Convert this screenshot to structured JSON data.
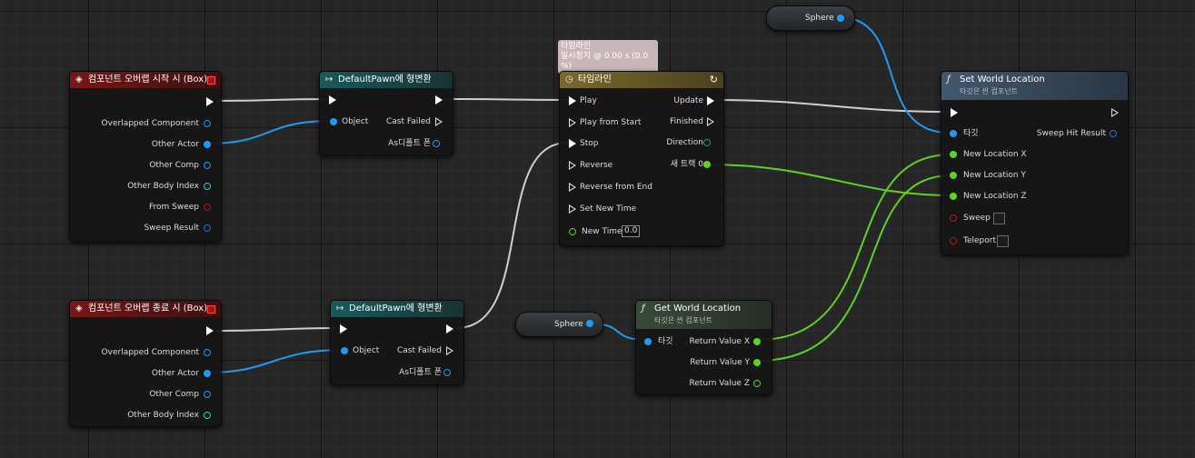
{
  "colors": {
    "exec": "#ffffff",
    "object_pin": "#1f9cf2",
    "vector_pin": "#5fd31a",
    "bool_pin": "#a01a1a",
    "struct_pin": "#2e6ec8",
    "teal_pin": "#2ad0c0",
    "wire_exec": "#d0d0d0",
    "wire_object": "#1f9cf2",
    "wire_vector": "#5fd31a"
  },
  "nodes": {
    "begin_overlap": {
      "title": "컴포넌트 오버랩 시작 시 (Box)",
      "pins": [
        "Overlapped Component",
        "Other Actor",
        "Other Comp",
        "Other Body Index",
        "From Sweep",
        "Sweep Result"
      ]
    },
    "end_overlap": {
      "title": "컴포넌트 오버랩 종료 시 (Box)",
      "pins": [
        "Overlapped Component",
        "Other Actor",
        "Other Comp",
        "Other Body Index"
      ]
    },
    "cast1": {
      "title": "DefaultPawn에 형변환",
      "object": "Object",
      "cast_failed": "Cast Failed",
      "as_label": "As디폴트 폰"
    },
    "cast2": {
      "title": "DefaultPawn에 형변환",
      "object": "Object",
      "cast_failed": "Cast Failed",
      "as_label": "As디폴트 폰"
    },
    "timeline": {
      "title": "타임라인",
      "tooltip_line1": "타임라인",
      "tooltip_line2": "일시정지 @ 0.00 s (0.0 %)",
      "inputs": [
        "Play",
        "Play from Start",
        "Stop",
        "Reverse",
        "Reverse from End",
        "Set New Time"
      ],
      "new_time_label": "New Time",
      "new_time_value": "0.0",
      "outputs": [
        "Update",
        "Finished",
        "Direction",
        "새 트랙 0"
      ]
    },
    "set_world_location": {
      "title": "Set World Location",
      "subtitle": "타깃은 씬 컴포넌트",
      "target": "타깃",
      "sweep_hit": "Sweep Hit Result",
      "inputs": [
        "New Location X",
        "New Location Y",
        "New Location Z"
      ],
      "sweep": "Sweep",
      "teleport": "Teleport"
    },
    "get_world_location": {
      "title": "Get World Location",
      "subtitle": "타깃은 씬 컴포넌트",
      "target": "타깃",
      "outputs": [
        "Return Value X",
        "Return Value Y",
        "Return Value Z"
      ]
    },
    "sphere1": {
      "label": "Sphere"
    },
    "sphere2": {
      "label": "Sphere"
    }
  }
}
